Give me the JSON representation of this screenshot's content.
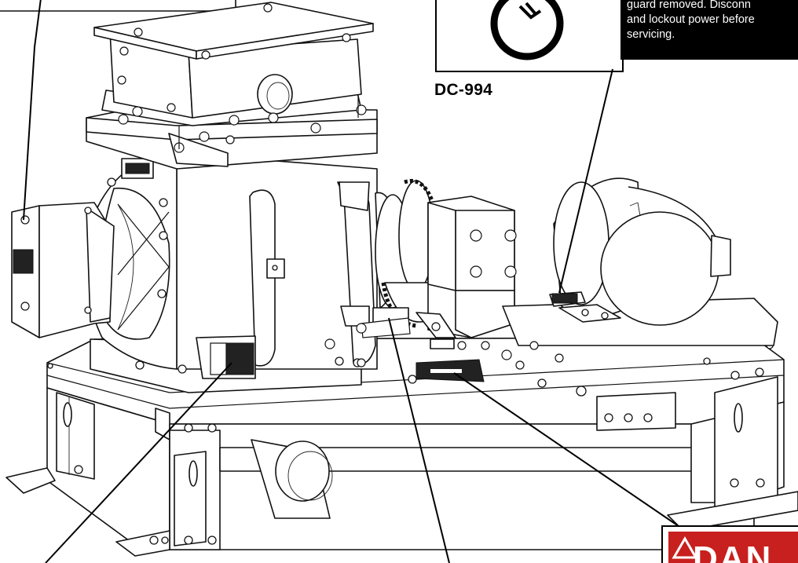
{
  "warning_label": {
    "id": "DC-994",
    "text_lines": [
      "guard removed. Disconn",
      "and lockout power before",
      "servicing."
    ]
  },
  "danger_label": {
    "word": "DAN"
  },
  "colors": {
    "warning_panel": "#000000",
    "danger_red": "#c8201e",
    "danger_border": "#cfcfcf",
    "line_art": "#111111"
  },
  "icons": {
    "hand_in_gear": "gear-hand-hazard-icon",
    "alert_triangle": "warning-triangle-icon"
  }
}
